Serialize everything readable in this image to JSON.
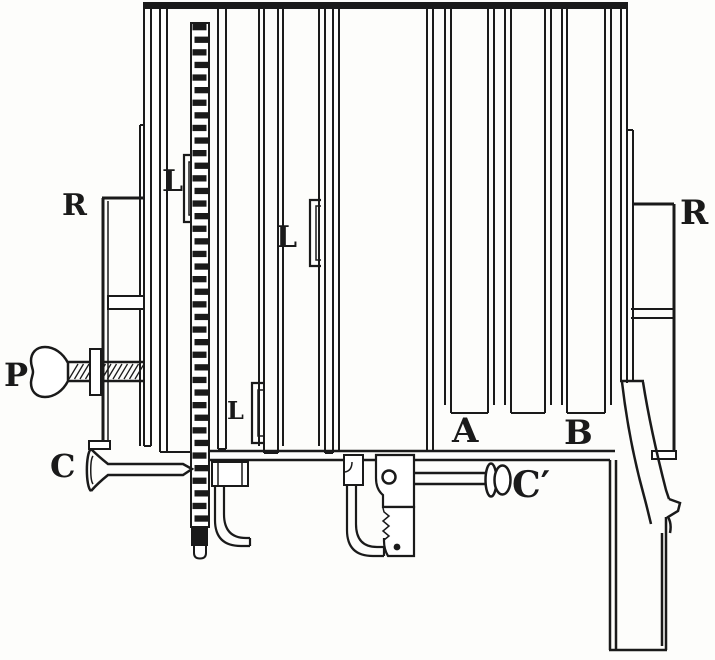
{
  "figure": {
    "background": "#fdfdfb",
    "ink": "#1a1a1a",
    "labels": {
      "r_left": "R",
      "l_top": "L",
      "l_mid": "L",
      "l_small": "L",
      "p": "P",
      "c": "C",
      "a": "A",
      "b": "B",
      "c_prime": "C′",
      "r_right": "R"
    }
  }
}
